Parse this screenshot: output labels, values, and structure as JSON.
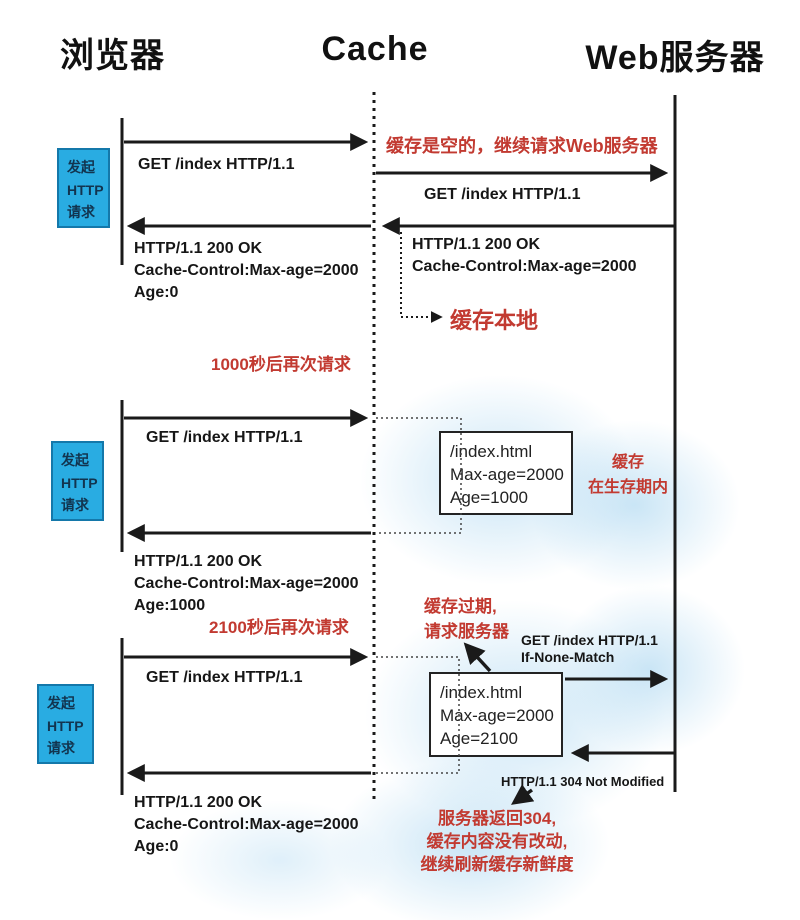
{
  "colors": {
    "annotation_red": "#c23a31",
    "line_black": "#1a1a1a",
    "actor_box_fill": "#29ace2",
    "actor_box_border": "#1478aa",
    "background_glow": "#9fd0ee"
  },
  "actors": {
    "browser": "浏览器",
    "cache": "Cache",
    "server": "Web服务器"
  },
  "request_box": {
    "lines": [
      "发起",
      "HTTP",
      "请求"
    ]
  },
  "s1": {
    "request_label": "GET /index HTTP/1.1",
    "cache_empty_note": "缓存是空的，继续请求Web服务器",
    "forward_label": "GET /index HTTP/1.1",
    "browser_response": [
      "HTTP/1.1 200 OK",
      "Cache-Control:Max-age=2000",
      "Age:0"
    ],
    "cache_response": [
      "HTTP/1.1 200 OK",
      "Cache-Control:Max-age=2000"
    ],
    "store_local_note": "缓存本地"
  },
  "s2": {
    "timer_note": "1000秒后再次请求",
    "request_label": "GET /index HTTP/1.1",
    "cache_entry": [
      "/index.html",
      "Max-age=2000",
      "Age=1000"
    ],
    "in_lifetime_note": [
      "缓存",
      "在生存期内"
    ],
    "browser_response": [
      "HTTP/1.1 200 OK",
      "Cache-Control:Max-age=2000",
      "Age:1000"
    ]
  },
  "s3": {
    "timer_note": "2100秒后再次请求",
    "expired_note": [
      "缓存过期,",
      "请求服务器"
    ],
    "request_label": "GET /index HTTP/1.1",
    "forward_label": [
      "GET /index HTTP/1.1",
      "If-None-Match"
    ],
    "cache_entry": [
      "/index.html",
      "Max-age=2000",
      "Age=2100"
    ],
    "not_modified_label": "HTTP/1.1 304 Not Modified",
    "browser_response": [
      "HTTP/1.1 200 OK",
      "Cache-Control:Max-age=2000",
      "Age:0"
    ],
    "refresh_note": [
      "服务器返回304,",
      "缓存内容没有改动,",
      "继续刷新缓存新鲜度"
    ]
  }
}
